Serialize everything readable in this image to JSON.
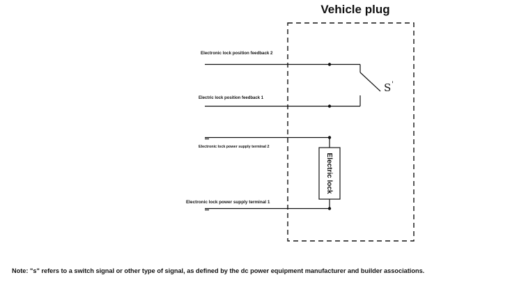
{
  "diagram": {
    "title": "Vehicle plug",
    "labels": {
      "feedback2": "Electronic lock position feedback 2",
      "feedback1": "Electric lock position feedback 1",
      "supply2": "Electronic lock power supply terminal 2",
      "supply1": "Electronic lock power supply terminal 1"
    },
    "switch_label": "S",
    "switch_mark": "'",
    "component_label": "Electric lock",
    "note": "Note: \"s\" refers to a switch signal or other type of signal, as defined by the dc power equipment manufacturer and builder associations."
  }
}
